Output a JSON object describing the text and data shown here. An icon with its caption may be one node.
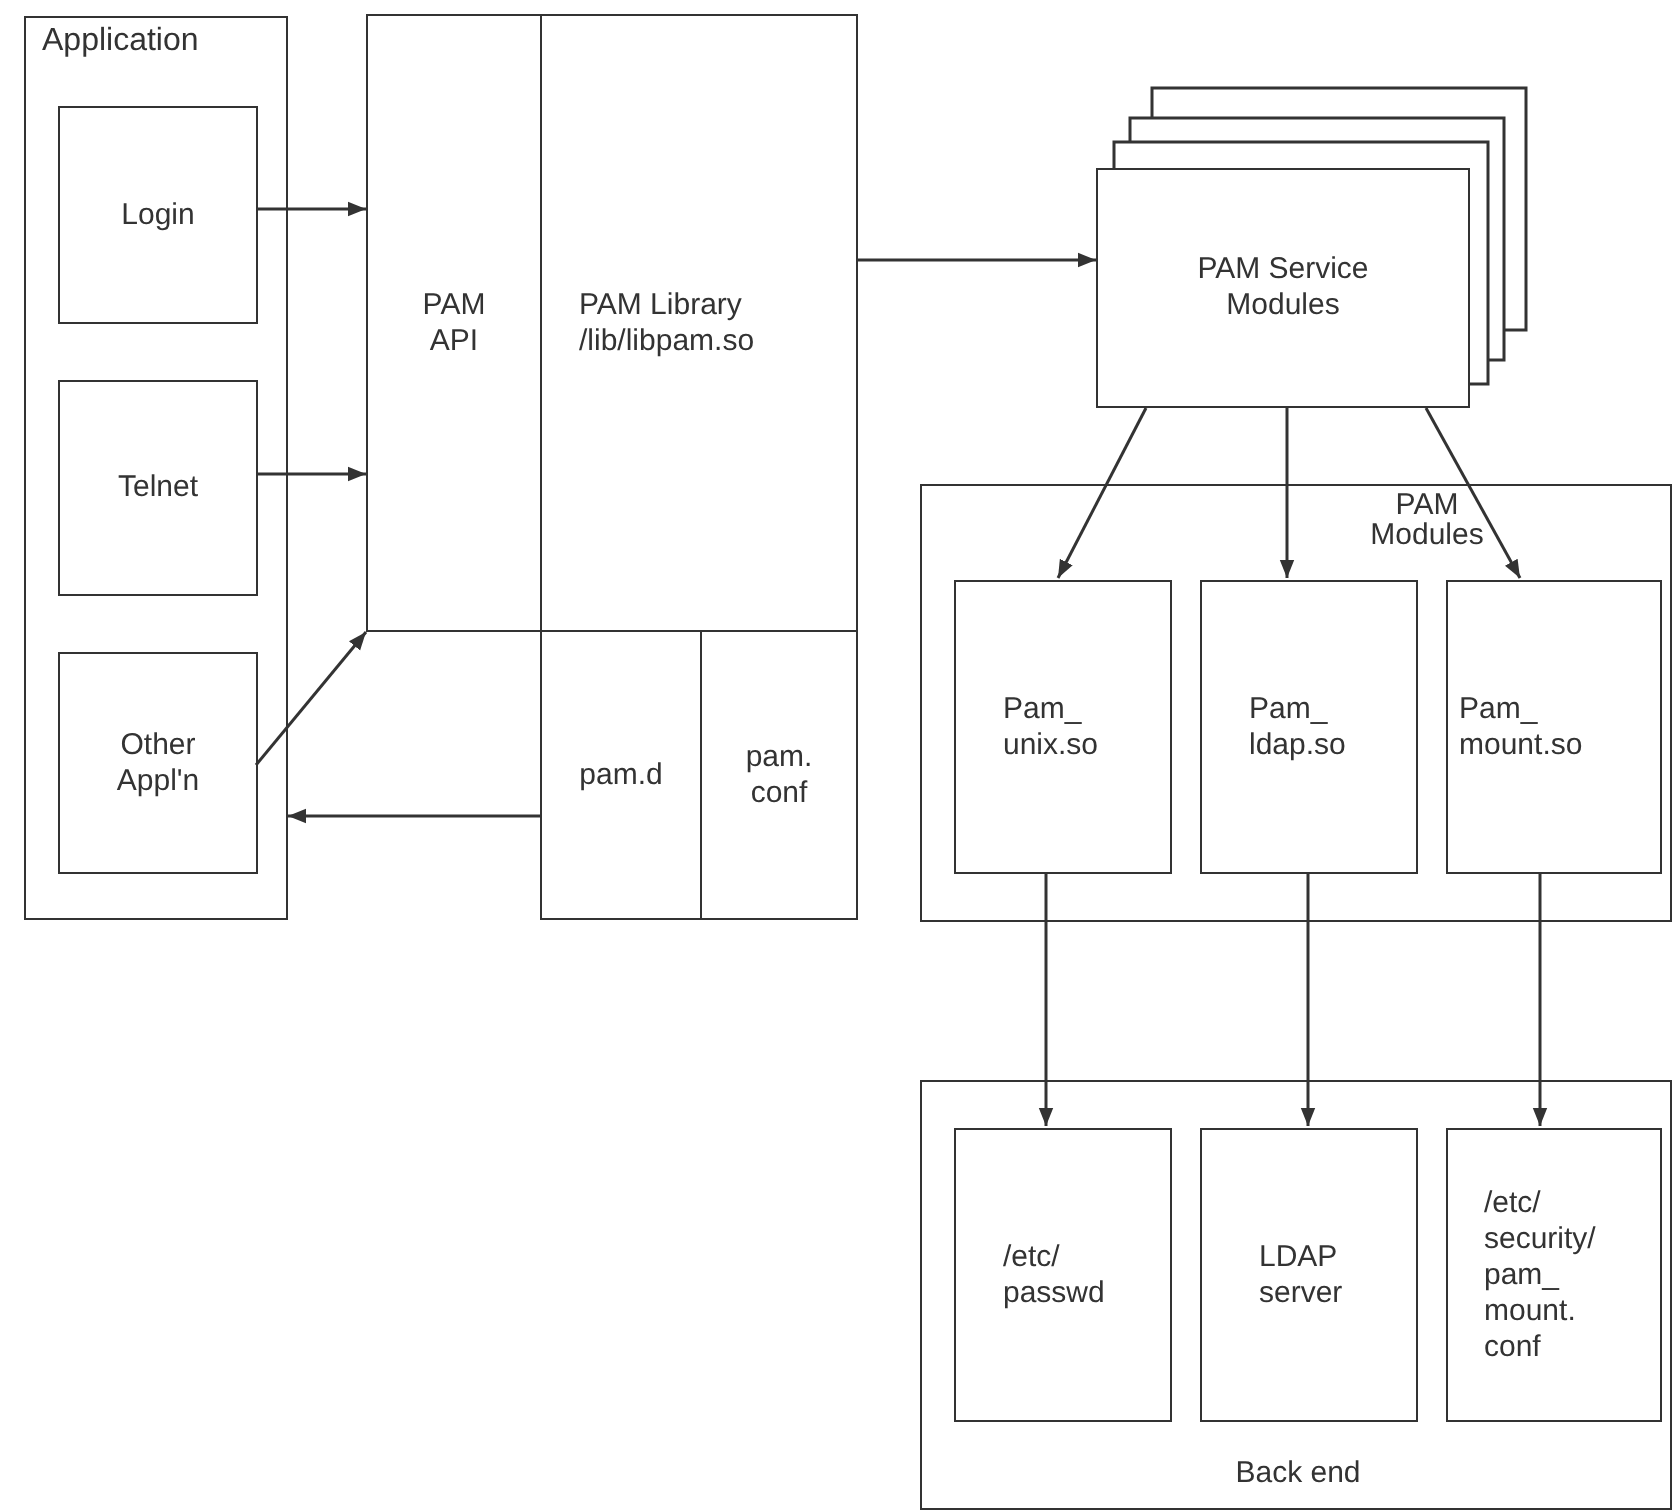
{
  "diagram": {
    "nodes": [
      {
        "text": [
          "Application"
        ]
      },
      {
        "text": [
          "Login"
        ],
        "in": 0
      },
      {
        "text": [
          "Telnet"
        ],
        "in": 0
      },
      {
        "text": [
          "Other Appl'n"
        ],
        "in": 0
      },
      {
        "text": [
          "PAM API"
        ]
      },
      {
        "text": [
          "PAM Library /lib/libpam.so"
        ]
      },
      {
        "text": [
          "pam.d"
        ]
      },
      {
        "text": [
          "pam. conf"
        ]
      },
      {
        "text": [
          "PAM Service Modules"
        ]
      },
      {
        "text": [
          "PAM Modules"
        ]
      },
      {
        "text": [
          "Pam_ unix.so"
        ],
        "in": 9
      },
      {
        "text": [
          "Pam_ ldap.so"
        ],
        "in": 9
      },
      {
        "text": [
          "Pam_ mount.so"
        ],
        "in": 9
      },
      {
        "text": [
          "Back end"
        ]
      },
      {
        "text": [
          "/etc/ passwd"
        ],
        "in": 13
      },
      {
        "text": [
          "LDAP server"
        ],
        "in": 13
      },
      {
        "text": [
          "/etc/ security/ pam_ mount. conf"
        ],
        "in": 13
      }
    ],
    "edges": [
      {
        "from": 1,
        "to": 4,
        "arrow": "to"
      },
      {
        "from": 2,
        "to": 4,
        "arrow": "to"
      },
      {
        "from": 3,
        "to": 4,
        "arrow": "to"
      },
      {
        "from": 6,
        "to": 0,
        "arrow": "to"
      },
      {
        "from": 5,
        "to": 8,
        "arrow": "to"
      },
      {
        "from": 8,
        "to": 10,
        "arrow": "to"
      },
      {
        "from": 8,
        "to": 11,
        "arrow": "to"
      },
      {
        "from": 8,
        "to": 12,
        "arrow": "to"
      },
      {
        "from": 10,
        "to": 14,
        "arrow": "to"
      },
      {
        "from": 11,
        "to": 15,
        "arrow": "to"
      },
      {
        "from": 12,
        "to": 16,
        "arrow": "to"
      }
    ]
  }
}
